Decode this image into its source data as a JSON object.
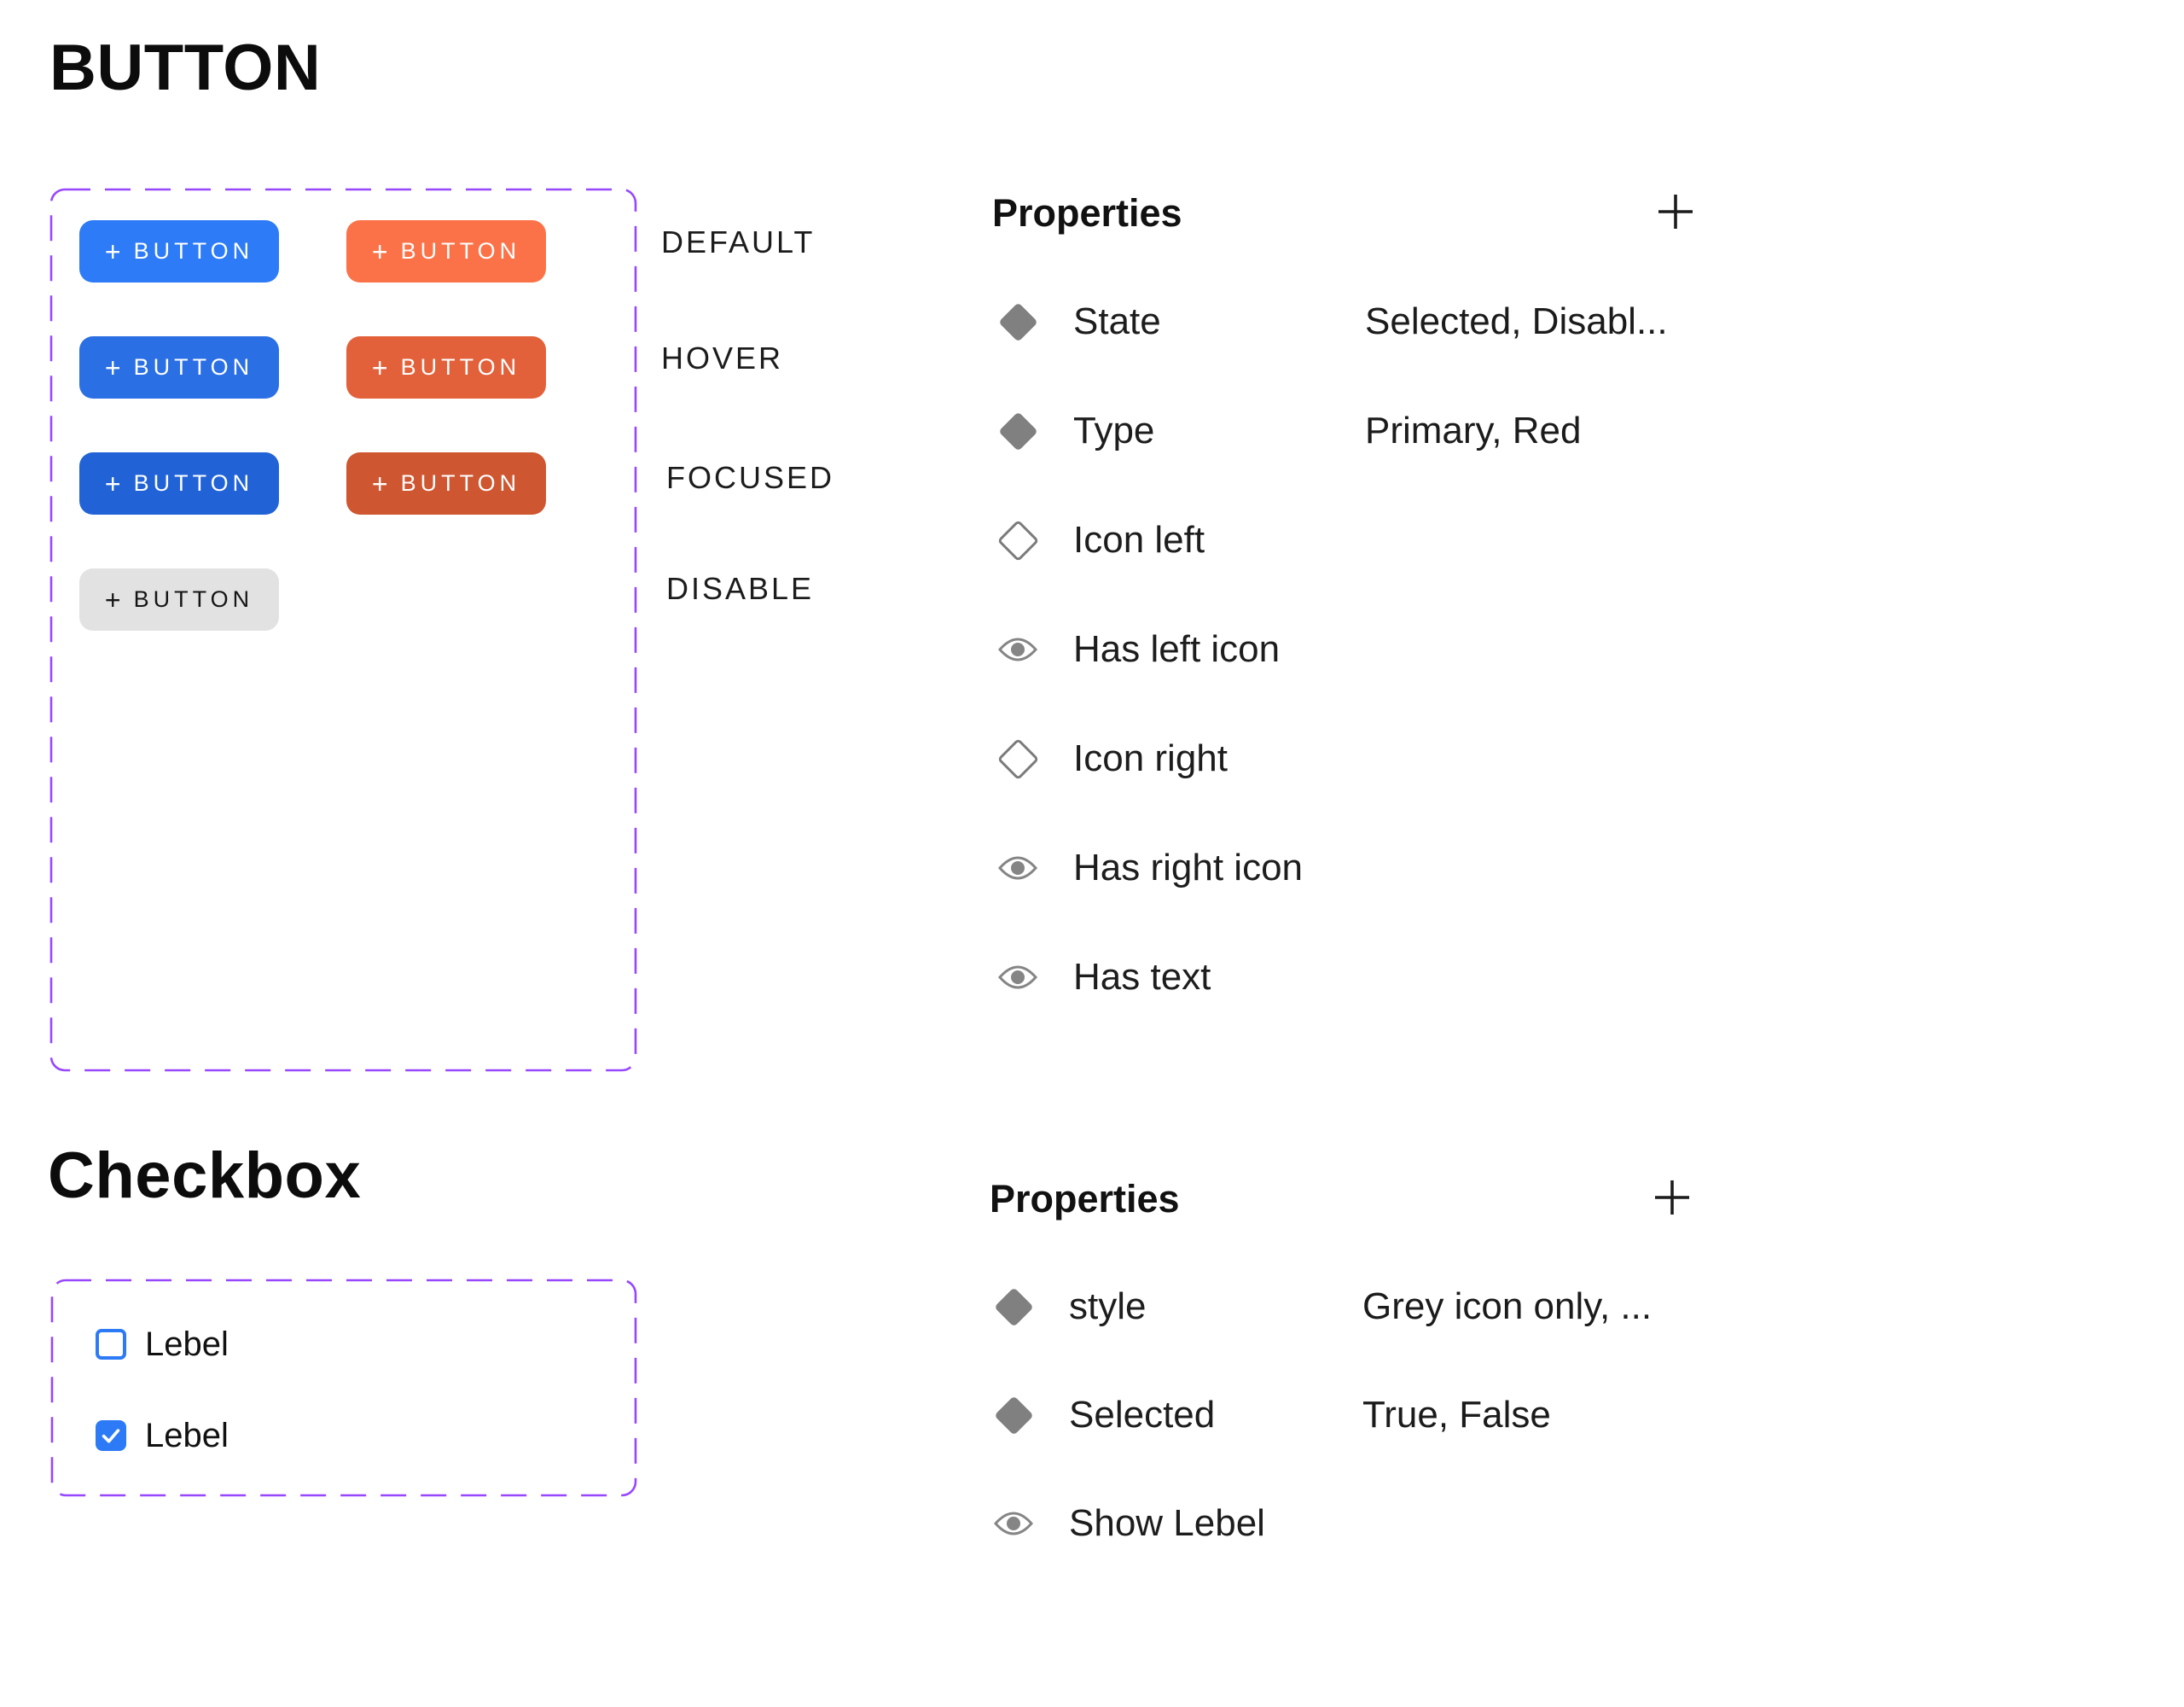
{
  "button_section": {
    "title": "BUTTON",
    "button_plus": "+",
    "button_label": "BUTTON",
    "variants": {
      "rows": [
        {
          "state": "DEFAULT",
          "buttons": [
            {
              "type": "primary",
              "bg": "#2D7BF6",
              "fg": "#FFFFFF"
            },
            {
              "type": "red",
              "bg": "#FC7248",
              "fg": "#FFFFFF"
            }
          ]
        },
        {
          "state": "HOVER",
          "buttons": [
            {
              "type": "primary",
              "bg": "#2B6FE4",
              "fg": "#FFFFFF"
            },
            {
              "type": "red",
              "bg": "#E2613A",
              "fg": "#FFFFFF"
            }
          ]
        },
        {
          "state": "FOCUSED",
          "buttons": [
            {
              "type": "primary",
              "bg": "#2163D6",
              "fg": "#FFFFFF"
            },
            {
              "type": "red",
              "bg": "#CE5630",
              "fg": "#FFFFFF"
            }
          ]
        },
        {
          "state": "DISABLE",
          "buttons": [
            {
              "type": "disabled",
              "bg": "#E2E2E2",
              "fg": "#151515"
            }
          ]
        }
      ]
    },
    "properties": {
      "title": "Properties",
      "add_icon": "plus",
      "rows": [
        {
          "icon": "diamond-filled",
          "label": "State",
          "value": "Selected, Disabl..."
        },
        {
          "icon": "diamond-filled",
          "label": "Type",
          "value": "Primary, Red"
        },
        {
          "icon": "diamond-outline",
          "label": "Icon left",
          "value": ""
        },
        {
          "icon": "eye",
          "label": "Has left icon",
          "value": ""
        },
        {
          "icon": "diamond-outline",
          "label": "Icon right",
          "value": ""
        },
        {
          "icon": "eye",
          "label": "Has right icon",
          "value": ""
        },
        {
          "icon": "eye",
          "label": "Has text",
          "value": ""
        }
      ]
    }
  },
  "checkbox_section": {
    "title": "Checkbox",
    "items": [
      {
        "label": "Lebel",
        "checked": false
      },
      {
        "label": "Lebel",
        "checked": true
      }
    ],
    "properties": {
      "title": "Properties",
      "add_icon": "plus",
      "rows": [
        {
          "icon": "diamond-filled",
          "label": "style",
          "value": "Grey icon only, ..."
        },
        {
          "icon": "diamond-filled",
          "label": "Selected",
          "value": "True, False"
        },
        {
          "icon": "eye",
          "label": "Show Lebel",
          "value": ""
        }
      ]
    }
  },
  "colors": {
    "frame_dash": "#9747FF",
    "blue_default": "#2D7BF6",
    "blue_hover": "#2B6FE4",
    "blue_focused": "#2163D6",
    "red_default": "#FC7248",
    "red_hover": "#E2613A",
    "red_focused": "#CE5630",
    "disabled_bg": "#E2E2E2",
    "checkbox_blue": "#2D7AF7",
    "icon_grey": "#808080"
  }
}
